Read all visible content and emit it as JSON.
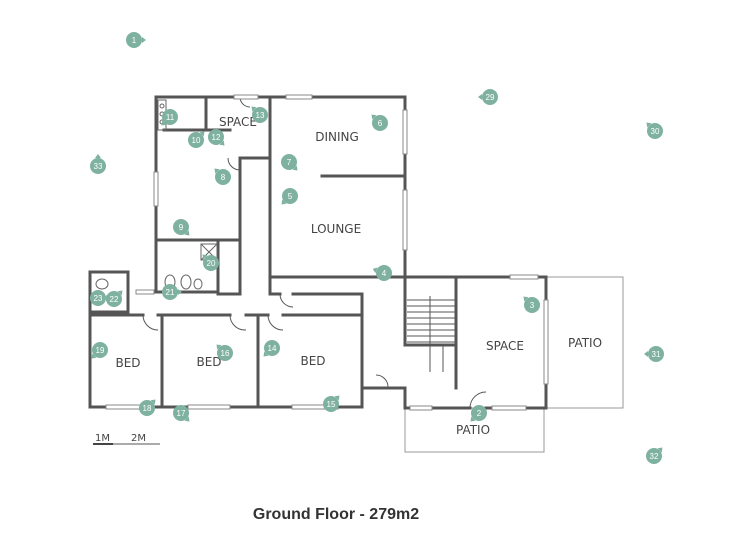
{
  "floor": {
    "title": "Ground Floor - 279m2"
  },
  "rooms": {
    "space_top": "SPACE",
    "dining": "DINING",
    "lounge": "LOUNGE",
    "bed_left": "BED",
    "bed_middle": "BED",
    "bed_right": "BED",
    "space_right": "SPACE",
    "patio_right": "PATIO",
    "patio_bottom": "PATIO"
  },
  "scale": {
    "first": "1M",
    "second": "2M"
  },
  "markers": [
    "1",
    "2",
    "3",
    "4",
    "5",
    "6",
    "7",
    "8",
    "9",
    "10",
    "11",
    "12",
    "13",
    "14",
    "15",
    "16",
    "17",
    "18",
    "19",
    "20",
    "21",
    "22",
    "23",
    "29",
    "30",
    "31",
    "32",
    "33"
  ],
  "colors": {
    "wall": "#555555",
    "marker": "#7fb1a0",
    "patio_outline": "#999999"
  }
}
